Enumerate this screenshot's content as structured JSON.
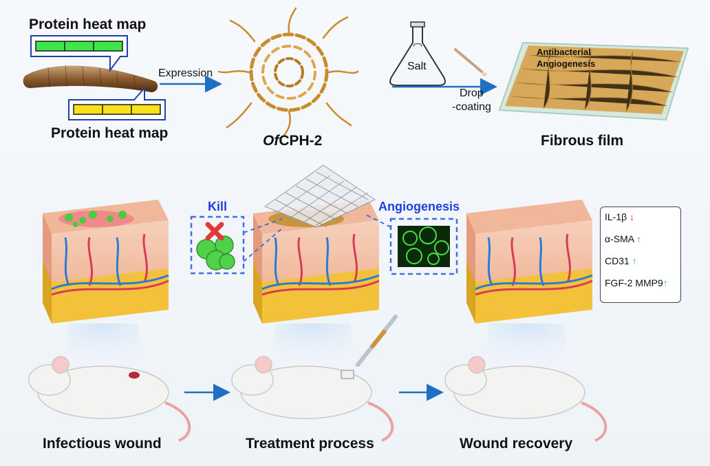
{
  "top": {
    "heatmap_top_label": "Protein heat map",
    "heatmap_bottom_label": "Protein heat map",
    "expression_label": "Expression",
    "protein_name_italic": "Of",
    "protein_name_rest": "CPH-2",
    "salt_label": "Salt",
    "drop_coating_line1": "Drop",
    "drop_coating_line2": "-coating",
    "film_label": "Fibrous film",
    "film_text_line1": "Antibacterial",
    "film_text_line2": "Angiogenesis"
  },
  "middle": {
    "kill_label": "Kill",
    "angiogenesis_label": "Angiogenesis",
    "markers": [
      {
        "name": "IL-1β",
        "trend": "↓",
        "direction": "down"
      },
      {
        "name": "α-SMA",
        "trend": "↑",
        "direction": "up"
      },
      {
        "name": "CD31",
        "trend": "↑",
        "direction": "up"
      },
      {
        "name": "FGF-2 MMP9",
        "trend": "↑",
        "direction": "up"
      }
    ]
  },
  "bottom": {
    "stage1": "Infectious wound",
    "stage2": "Treatment process",
    "stage3": "Wound recovery"
  },
  "colors": {
    "heat_green": "#3ee64a",
    "heat_yellow": "#f7e11a",
    "arrow_blue": "#1f6fc2",
    "dashed_blue": "#3f6fe6",
    "up_green": "#17b59a",
    "down_red": "#e12f2f"
  }
}
